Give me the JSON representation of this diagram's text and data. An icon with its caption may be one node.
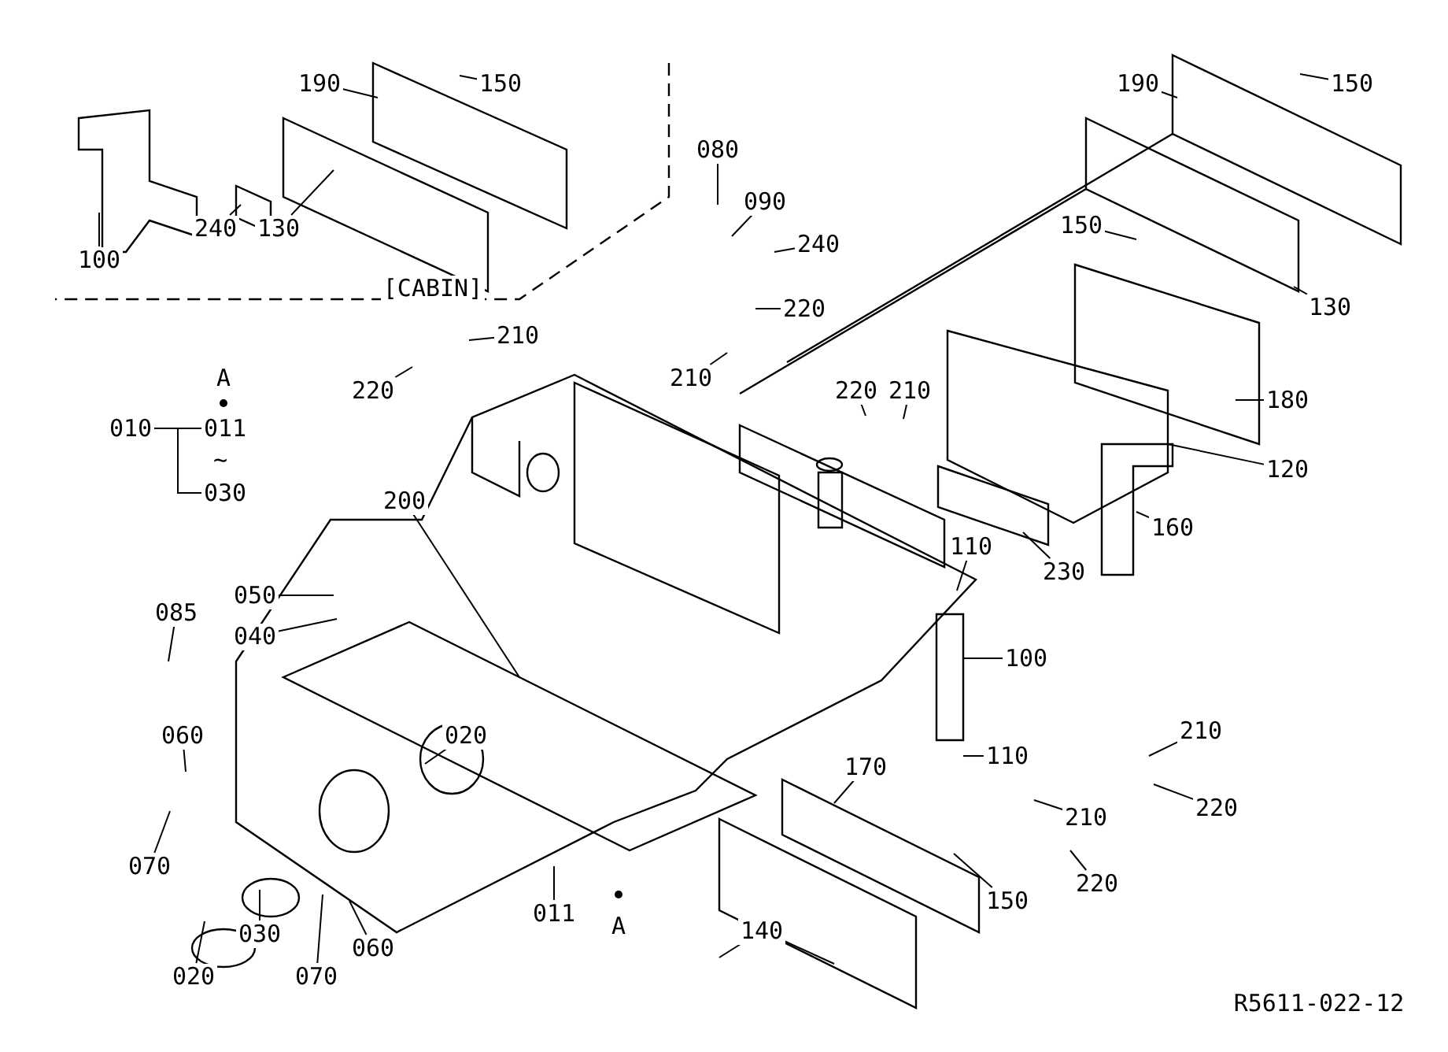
{
  "diagram": {
    "nodes": [
      {
        "text": [
          "190"
        ]
      },
      {
        "text": [
          "150"
        ]
      },
      {
        "text": [
          "100"
        ]
      },
      {
        "text": [
          "240"
        ]
      },
      {
        "text": [
          "130"
        ]
      },
      {
        "text": [
          "190"
        ]
      },
      {
        "text": [
          "150"
        ]
      },
      {
        "text": [
          "080"
        ]
      },
      {
        "text": [
          "090"
        ]
      },
      {
        "text": [
          "240"
        ]
      },
      {
        "text": [
          "220"
        ]
      },
      {
        "text": [
          "150"
        ]
      },
      {
        "text": [
          "130"
        ]
      },
      {
        "text": [
          "210"
        ]
      },
      {
        "text": [
          "220"
        ]
      },
      {
        "text": [
          "210"
        ]
      },
      {
        "text": [
          "220"
        ]
      },
      {
        "text": [
          "210"
        ]
      },
      {
        "text": [
          "180"
        ]
      },
      {
        "text": [
          "120"
        ]
      },
      {
        "text": [
          "200"
        ]
      },
      {
        "text": [
          "160"
        ]
      },
      {
        "text": [
          "230"
        ]
      },
      {
        "text": [
          "110"
        ]
      },
      {
        "text": [
          "050"
        ]
      },
      {
        "text": [
          "040"
        ]
      },
      {
        "text": [
          "085"
        ]
      },
      {
        "text": [
          "100"
        ]
      },
      {
        "text": [
          "020"
        ]
      },
      {
        "text": [
          "060"
        ]
      },
      {
        "text": [
          "210"
        ]
      },
      {
        "text": [
          "110"
        ]
      },
      {
        "text": [
          "170"
        ]
      },
      {
        "text": [
          "220"
        ]
      },
      {
        "text": [
          "210"
        ]
      },
      {
        "text": [
          "070"
        ]
      },
      {
        "text": [
          "011"
        ]
      },
      {
        "text": [
          "150"
        ]
      },
      {
        "text": [
          "220"
        ]
      },
      {
        "text": [
          "060"
        ]
      },
      {
        "text": [
          "030"
        ]
      },
      {
        "text": [
          "020"
        ]
      },
      {
        "text": [
          "070"
        ]
      },
      {
        "text": [
          "140"
        ]
      },
      {
        "text": [
          "010"
        ]
      },
      {
        "text": [
          "011"
        ]
      },
      {
        "text": [
          "030"
        ]
      }
    ],
    "edges": [
      {
        "from": 0,
        "to": null,
        "arrow": "none"
      },
      {
        "from": 1,
        "to": null,
        "arrow": "none"
      },
      {
        "from": 2,
        "to": null,
        "arrow": "none"
      },
      {
        "from": 3,
        "to": null,
        "arrow": "none"
      },
      {
        "from": 4,
        "to": null,
        "arrow": "none"
      },
      {
        "from": 5,
        "to": null,
        "arrow": "none"
      },
      {
        "from": 6,
        "to": null,
        "arrow": "none"
      },
      {
        "from": 7,
        "to": null,
        "arrow": "none"
      },
      {
        "from": 8,
        "to": null,
        "arrow": "none"
      },
      {
        "from": 9,
        "to": null,
        "arrow": "none"
      },
      {
        "from": 10,
        "to": null,
        "arrow": "none"
      },
      {
        "from": 11,
        "to": null,
        "arrow": "none"
      },
      {
        "from": 12,
        "to": null,
        "arrow": "none"
      },
      {
        "from": 13,
        "to": null,
        "arrow": "none"
      },
      {
        "from": 14,
        "to": null,
        "arrow": "none"
      },
      {
        "from": 15,
        "to": null,
        "arrow": "none"
      },
      {
        "from": 16,
        "to": null,
        "arrow": "none"
      },
      {
        "from": 17,
        "to": null,
        "arrow": "none"
      },
      {
        "from": 18,
        "to": null,
        "arrow": "none"
      },
      {
        "from": 19,
        "to": null,
        "arrow": "none"
      },
      {
        "from": 20,
        "to": null,
        "arrow": "none"
      },
      {
        "from": 21,
        "to": null,
        "arrow": "none"
      },
      {
        "from": 22,
        "to": null,
        "arrow": "none"
      },
      {
        "from": 23,
        "to": null,
        "arrow": "none"
      },
      {
        "from": 24,
        "to": null,
        "arrow": "none"
      },
      {
        "from": 25,
        "to": null,
        "arrow": "none"
      },
      {
        "from": 26,
        "to": null,
        "arrow": "none"
      },
      {
        "from": 27,
        "to": null,
        "arrow": "none"
      },
      {
        "from": 28,
        "to": null,
        "arrow": "none"
      },
      {
        "from": 29,
        "to": null,
        "arrow": "none"
      },
      {
        "from": 30,
        "to": null,
        "arrow": "none"
      },
      {
        "from": 31,
        "to": null,
        "arrow": "none"
      },
      {
        "from": 32,
        "to": null,
        "arrow": "none"
      },
      {
        "from": 33,
        "to": null,
        "arrow": "none"
      },
      {
        "from": 34,
        "to": null,
        "arrow": "none"
      },
      {
        "from": 35,
        "to": null,
        "arrow": "none"
      },
      {
        "from": 36,
        "to": null,
        "arrow": "none"
      },
      {
        "from": 37,
        "to": null,
        "arrow": "none"
      },
      {
        "from": 38,
        "to": null,
        "arrow": "none"
      },
      {
        "from": 39,
        "to": null,
        "arrow": "none"
      },
      {
        "from": 40,
        "to": null,
        "arrow": "none"
      },
      {
        "from": 41,
        "to": null,
        "arrow": "none"
      },
      {
        "from": 42,
        "to": null,
        "arrow": "none"
      },
      {
        "from": 43,
        "to": null,
        "arrow": "none"
      },
      {
        "from": 43,
        "to": null,
        "arrow": "none"
      },
      {
        "from": 44,
        "to": 45,
        "arrow": "none"
      },
      {
        "from": 44,
        "to": 46,
        "arrow": "none"
      }
    ],
    "labels": [
      "[CABIN]",
      "A",
      "~",
      "A",
      "R5611-022-12"
    ]
  }
}
